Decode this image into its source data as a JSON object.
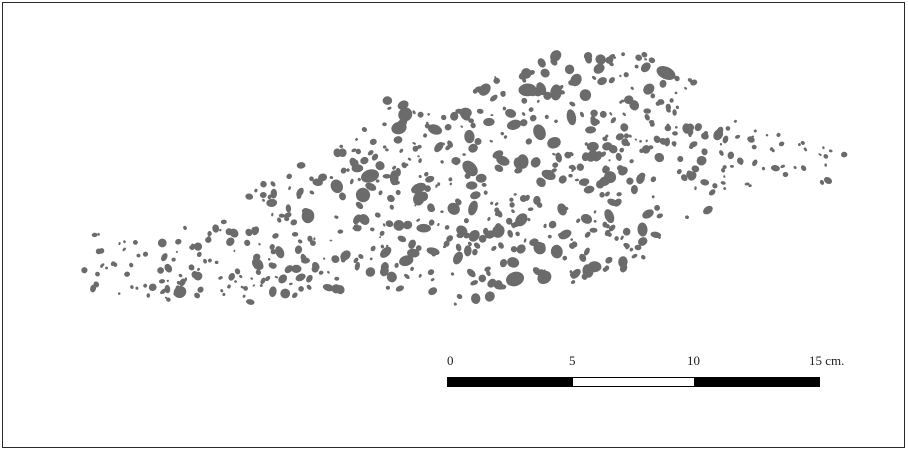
{
  "figure": {
    "frame_color": "#2a2a2a",
    "inclusion_color": "#6b6b6b",
    "background": "#ffffff"
  },
  "scale_bar": {
    "labels": [
      "0",
      "5",
      "10",
      "15 cm."
    ],
    "segments": [
      {
        "fill": "#000000"
      },
      {
        "fill": "#ffffff"
      },
      {
        "fill": "#000000"
      }
    ]
  }
}
